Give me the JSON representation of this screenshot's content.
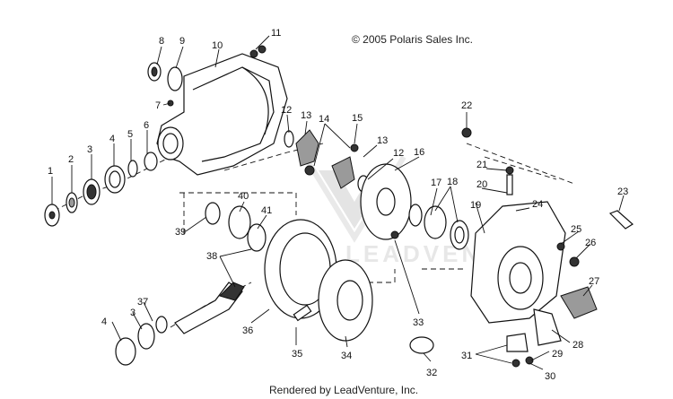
{
  "copyright": "© 2005 Polaris Sales Inc.",
  "rendered_by": "Rendered by LeadVenture, Inc.",
  "watermark": "LEADVENTURE",
  "callouts": [
    "1",
    "2",
    "3",
    "4",
    "5",
    "6",
    "7",
    "8",
    "9",
    "10",
    "11",
    "12",
    "13",
    "14",
    "15",
    "13",
    "12",
    "16",
    "17",
    "18",
    "19",
    "20",
    "21",
    "22",
    "23",
    "24",
    "25",
    "26",
    "27",
    "28",
    "29",
    "30",
    "31",
    "32",
    "33",
    "34",
    "35",
    "36",
    "37",
    "3",
    "4",
    "38",
    "39",
    "40",
    "41"
  ]
}
